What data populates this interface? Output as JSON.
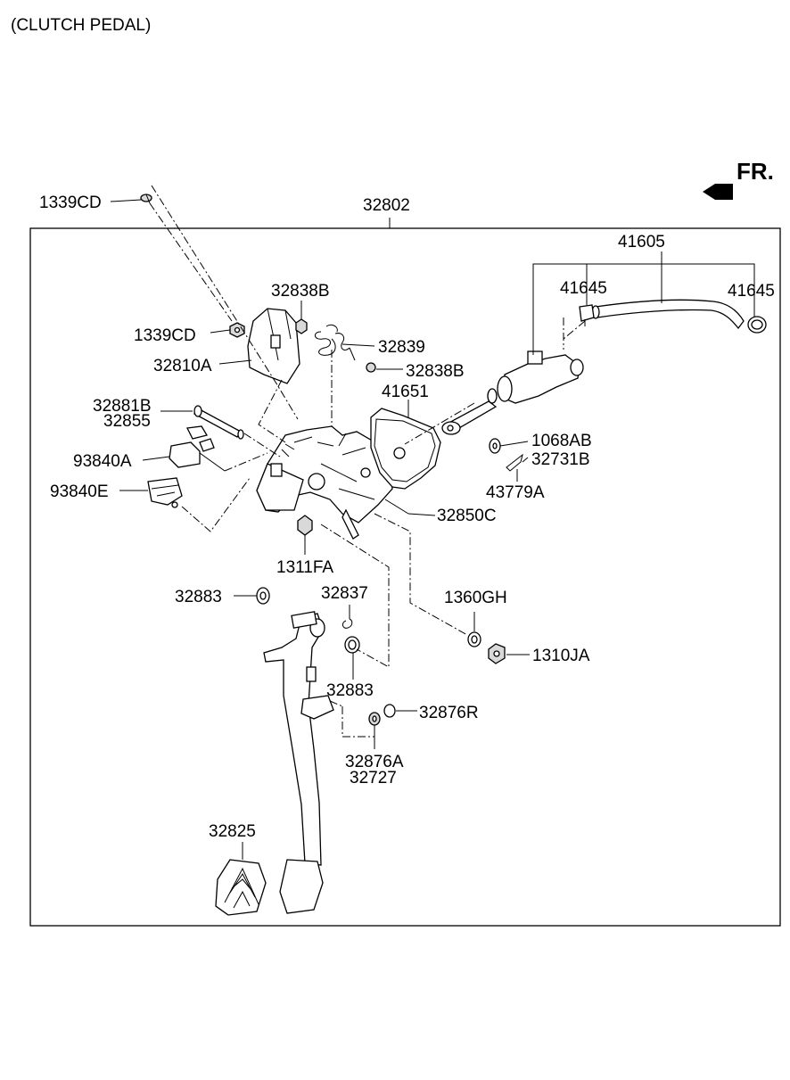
{
  "title": "(CLUTCH PEDAL)",
  "direction": "FR.",
  "colors": {
    "line": "#000000",
    "background": "#ffffff",
    "part_shade": "#d9d9d9"
  },
  "labels": {
    "p1339CD_top": "1339CD",
    "p32802": "32802",
    "p41605": "41605",
    "p41645_left": "41645",
    "p41645_right": "41645",
    "p32838B_top": "32838B",
    "p1339CD_mid": "1339CD",
    "p32839": "32839",
    "p32810A": "32810A",
    "p32838B_mid": "32838B",
    "p41651": "41651",
    "p32881B": "32881B",
    "p32855": "32855",
    "p1068AB": "1068AB",
    "p32731B": "32731B",
    "p93840A": "93840A",
    "p43779A": "43779A",
    "p93840E": "93840E",
    "p32850C": "32850C",
    "p1311FA": "1311FA",
    "p32883_top": "32883",
    "p32837": "32837",
    "p1360GH": "1360GH",
    "p1310JA": "1310JA",
    "p32883_mid": "32883",
    "p32876R": "32876R",
    "p32876A": "32876A",
    "p32727": "32727",
    "p32825": "32825"
  }
}
